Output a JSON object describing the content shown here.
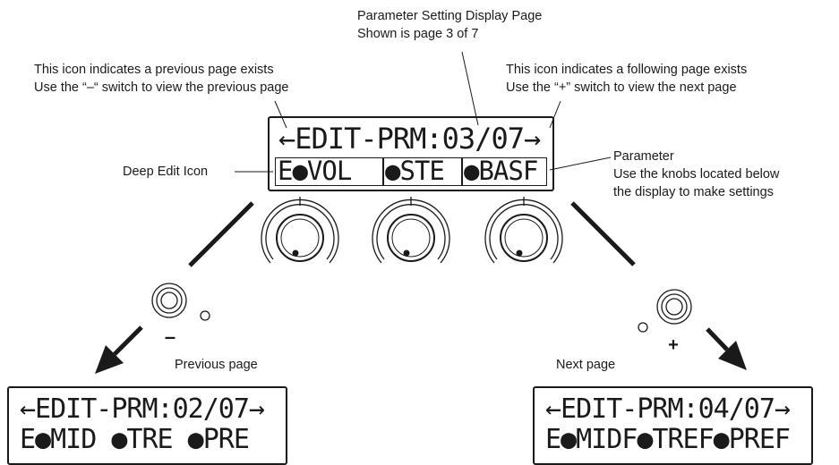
{
  "annotations": {
    "page_display": [
      "Parameter Setting Display Page",
      "Shown is page 3 of 7"
    ],
    "prev_icon": [
      "This icon indicates a previous page exists",
      "Use the “–“ switch to view the previous page"
    ],
    "next_icon": [
      "This icon indicates a following page exists",
      "Use the “+” switch to view the next page"
    ],
    "parameter": [
      "Parameter",
      "Use the knobs located below",
      "the display to make settings"
    ],
    "deep_edit": "Deep Edit Icon"
  },
  "main_display": {
    "line1": "←EDIT-PRM:03/07→",
    "params": [
      "E●VOL",
      "●STE",
      "●BASF"
    ]
  },
  "prev_display": {
    "caption": "Previous page",
    "line1": "←EDIT-PRM:02/07→",
    "line2": "E●MID ●TRE ●PRE"
  },
  "next_display": {
    "caption": "Next page",
    "line1": "←EDIT-PRM:04/07→",
    "line2": "E●MIDF●TREF●PREF"
  },
  "switches": {
    "minus_label": "–",
    "plus_label": "+"
  }
}
